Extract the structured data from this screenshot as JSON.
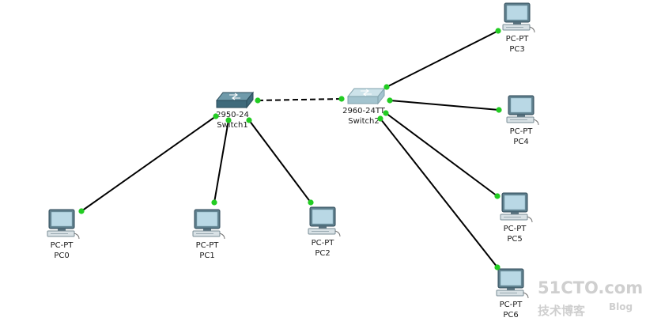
{
  "topology": {
    "devices": [
      {
        "id": "switch1",
        "kind": "switch",
        "model": "2950-24",
        "name": "Switch1",
        "theme": "dark"
      },
      {
        "id": "switch2",
        "kind": "switch",
        "model": "2960-24TT",
        "name": "Switch2",
        "theme": "light"
      },
      {
        "id": "pc0",
        "kind": "pc",
        "model": "PC-PT",
        "name": "PC0"
      },
      {
        "id": "pc1",
        "kind": "pc",
        "model": "PC-PT",
        "name": "PC1"
      },
      {
        "id": "pc2",
        "kind": "pc",
        "model": "PC-PT",
        "name": "PC2"
      },
      {
        "id": "pc3",
        "kind": "pc",
        "model": "PC-PT",
        "name": "PC3"
      },
      {
        "id": "pc4",
        "kind": "pc",
        "model": "PC-PT",
        "name": "PC4"
      },
      {
        "id": "pc5",
        "kind": "pc",
        "model": "PC-PT",
        "name": "PC5"
      },
      {
        "id": "pc6",
        "kind": "pc",
        "model": "PC-PT",
        "name": "PC6"
      }
    ],
    "links": [
      {
        "from": "switch1",
        "to": "switch2",
        "style": "crossover-dashed"
      },
      {
        "from": "switch1",
        "to": "pc0",
        "style": "straight"
      },
      {
        "from": "switch1",
        "to": "pc1",
        "style": "straight"
      },
      {
        "from": "switch1",
        "to": "pc2",
        "style": "straight"
      },
      {
        "from": "switch2",
        "to": "pc3",
        "style": "straight"
      },
      {
        "from": "switch2",
        "to": "pc4",
        "style": "straight"
      },
      {
        "from": "switch2",
        "to": "pc5",
        "style": "straight"
      },
      {
        "from": "switch2",
        "to": "pc6",
        "style": "straight"
      }
    ],
    "link_status_color": "#22cc22"
  },
  "watermark": {
    "site": "51CTO.com",
    "subtitle": "技术博客",
    "blog": "Blog"
  }
}
